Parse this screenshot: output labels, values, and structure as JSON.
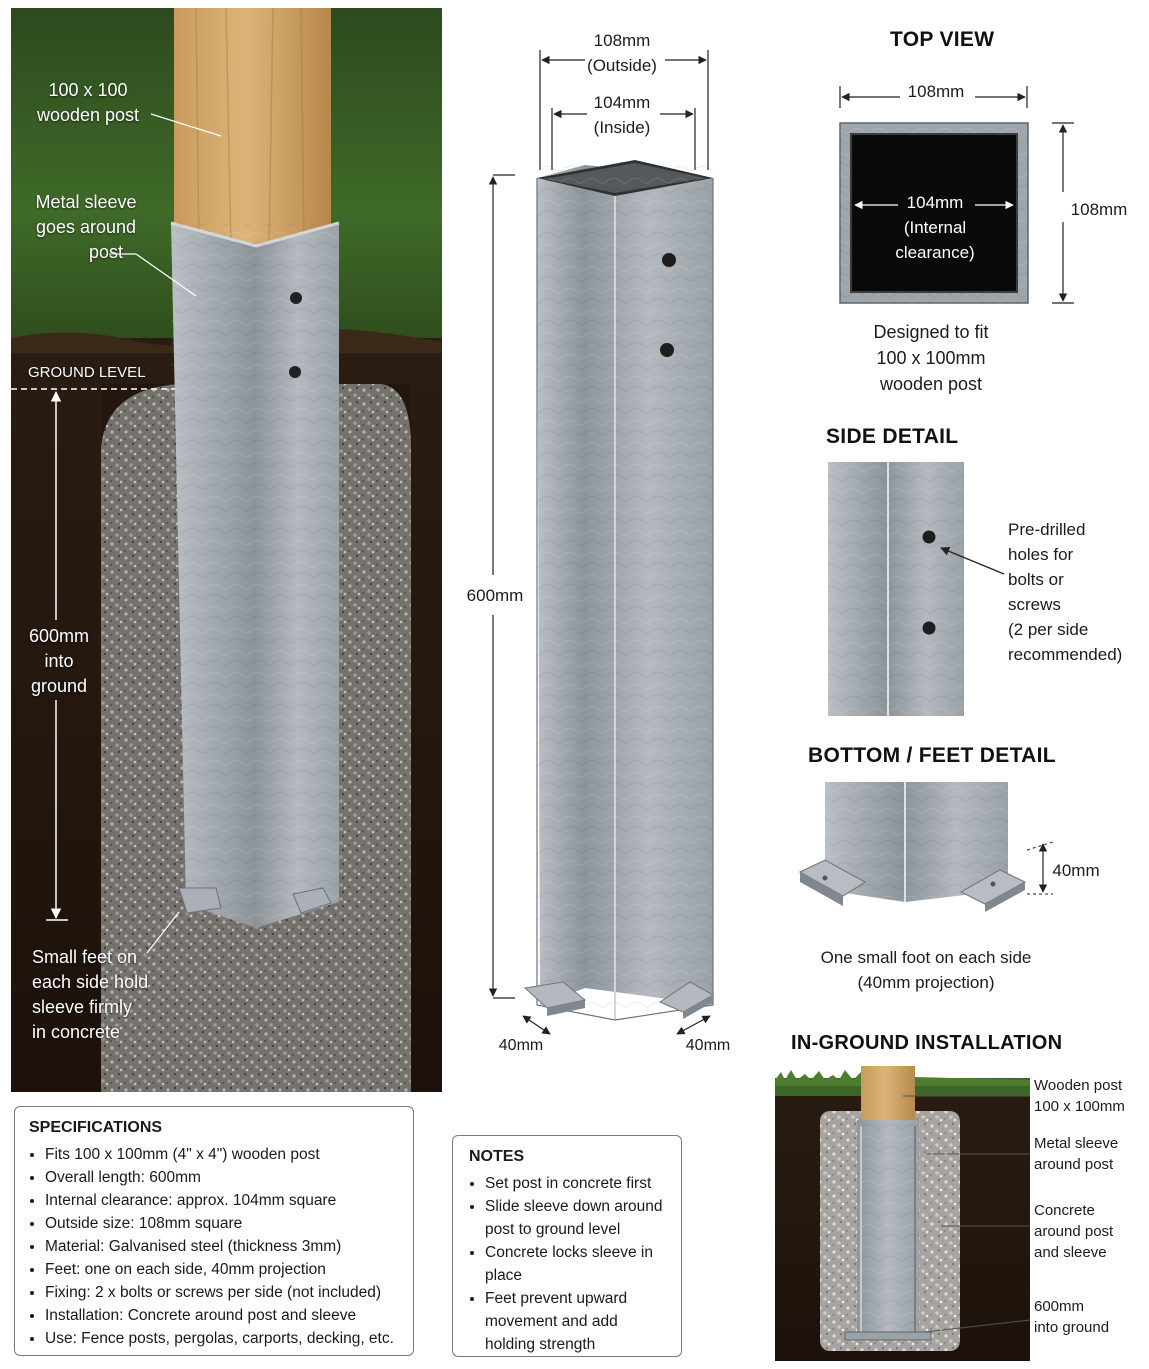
{
  "left_panel": {
    "post_label": [
      "100 x 100",
      "wooden post"
    ],
    "sleeve_label": [
      "Metal sleeve",
      "goes around",
      "post"
    ],
    "ground_level": "GROUND LEVEL",
    "depth_label": [
      "600mm",
      "into",
      "ground"
    ],
    "feet_label": [
      "Small feet on",
      "each side hold",
      "sleeve firmly",
      "in concrete"
    ]
  },
  "center": {
    "outside_dim": [
      "108mm",
      "(Outside)"
    ],
    "inside_dim": [
      "104mm",
      "(Inside)"
    ],
    "length": "600mm",
    "foot_left": "40mm",
    "foot_right": "40mm"
  },
  "top_view": {
    "title": "TOP VIEW",
    "width": "108mm",
    "height": "108mm",
    "internal": [
      "104mm",
      "(Internal",
      "clearance)"
    ],
    "caption": [
      "Designed to fit",
      "100 x 100mm",
      "wooden post"
    ]
  },
  "side_detail": {
    "title": "SIDE DETAIL",
    "note": [
      "Pre-drilled",
      "holes for",
      "bolts or",
      "screws",
      "(2 per side",
      "recommended)"
    ]
  },
  "feet_detail": {
    "title": "BOTTOM / FEET DETAIL",
    "projection": "40mm",
    "caption": [
      "One small foot on each side",
      "(40mm projection)"
    ]
  },
  "install": {
    "title": "IN-GROUND INSTALLATION",
    "labels": [
      [
        "Wooden post",
        "100 x 100mm"
      ],
      [
        "Metal sleeve",
        "around post"
      ],
      [
        "Concrete",
        "around post",
        "and sleeve"
      ],
      [
        "600mm",
        "into ground"
      ]
    ]
  },
  "specs": {
    "title": "SPECIFICATIONS",
    "items": [
      "Fits 100 x 100mm (4\" x 4\") wooden post",
      "Overall length: 600mm",
      "Internal clearance: approx. 104mm square",
      "Outside size: 108mm square",
      "Material: Galvanised steel (thickness 3mm)",
      "Feet: one on each side, 40mm projection",
      "Fixing: 2 x bolts or screws per side (not included)",
      "Installation: Concrete around post and sleeve",
      "Use: Fence posts, pergolas, carports, decking, etc."
    ]
  },
  "notes": {
    "title": "NOTES",
    "items": [
      "Set post in concrete first",
      "Slide sleeve down around post to ground level",
      "Concrete locks sleeve in place",
      "Feet prevent upward movement and add holding strength"
    ]
  }
}
